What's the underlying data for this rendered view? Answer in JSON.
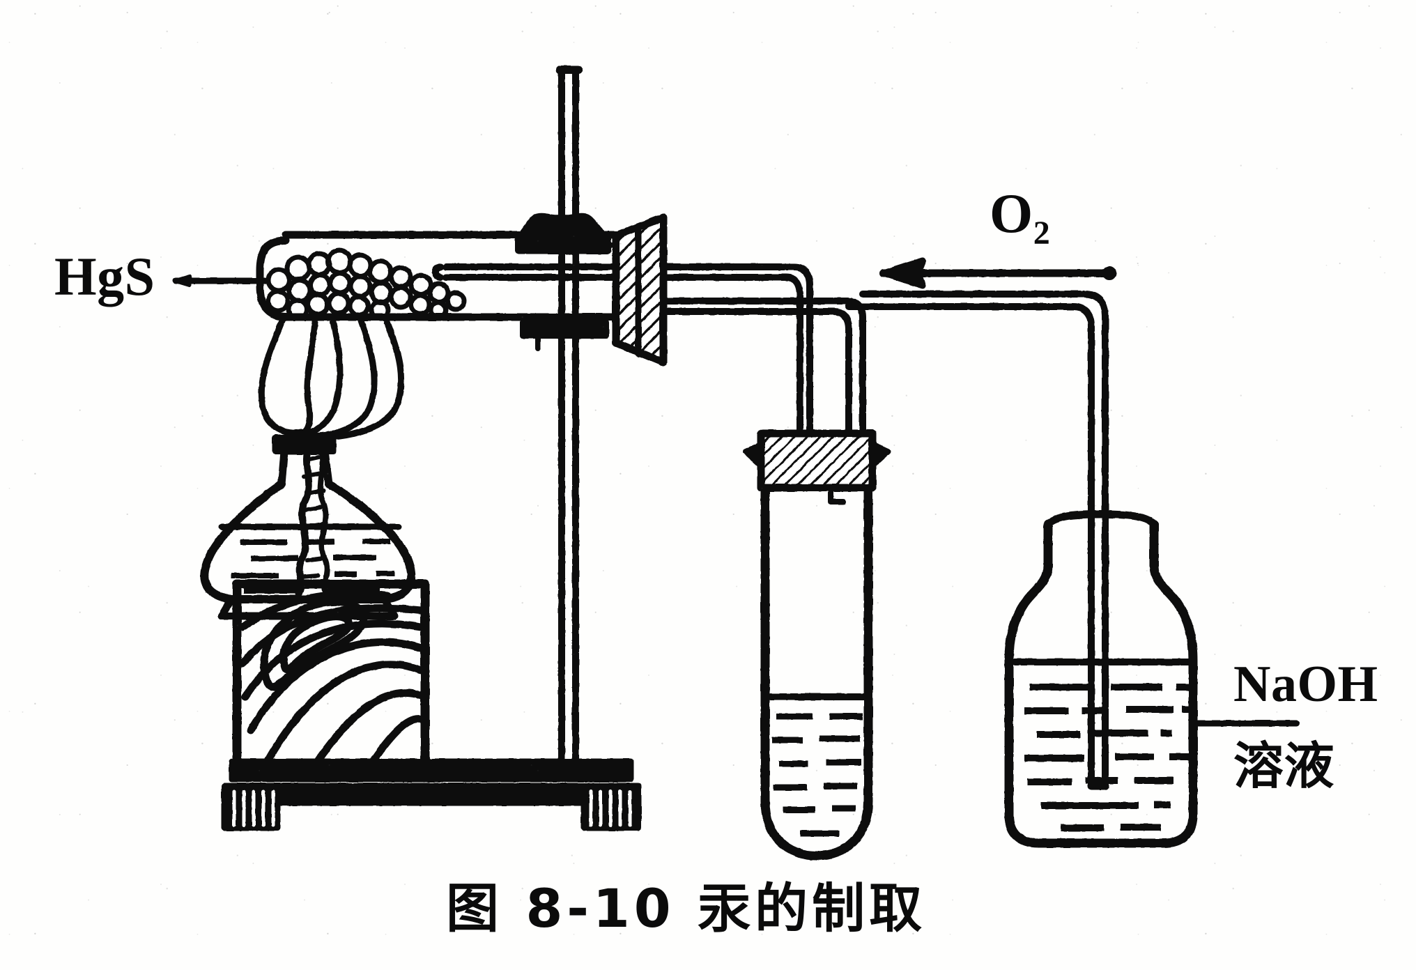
{
  "figure": {
    "caption_number": "图 8-10",
    "caption_title": "汞的制取",
    "caption_full": "图 8-10  汞的制取"
  },
  "labels": {
    "reactant": "HgS",
    "gas": "O",
    "gas_subscript": "2",
    "absorbent": "NaOH",
    "absorbent_cjk": "溶液"
  },
  "colors": {
    "ink": "#0b0b0b",
    "paper": "#fefefd",
    "stain": "#6f6f6f"
  },
  "apparatus": {
    "items": [
      "hard-glass-test-tube",
      "hgs-granules",
      "alcohol-lamp",
      "wooden-block",
      "iron-stand",
      "iron-clamp",
      "rubber-stopper",
      "delivery-tube",
      "collection-test-tube",
      "gas-washing-bottle",
      "oxygen-inlet-arrow"
    ]
  }
}
